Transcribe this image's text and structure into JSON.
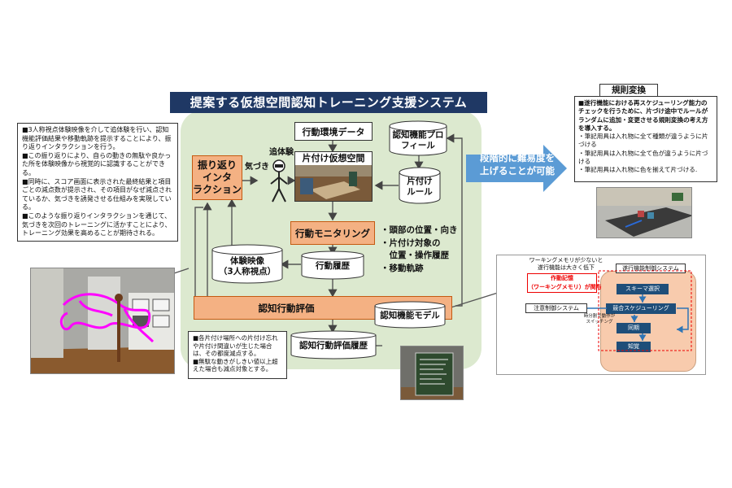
{
  "title": "提案する仮想空間認知トレーニング支援システム",
  "left_note": [
    "■3人称視点体験映像を介して追体験を行い、認知機能評価結果や移動軌跡を提示することにより、振り返りインタラクションを行う。",
    "■この振り返りにより、自らの動きの無駄や良かった所を体験映像から視覚的に認識することができる。",
    "■同時に、スコア画面に表示された最終結果と項目ごとの減点数が提示され、その項目がなぜ減点されているか、気づきを誘発させる仕組みを実現している。",
    "■このような振り返りインタラクションを通じて、気づきを次回のトレーニングに活かすことにより、トレーニング効果を高めることが期待される。"
  ],
  "nodes": {
    "furikaeri": "振り返り\nインタ\nラクション",
    "kodo_kankyo": "行動環境データ",
    "katazuke_kukan": "片付け仮想空間",
    "ninchi_profile": "認知機能プロ\nフィール",
    "katazuke_rule": "片付け\nルール",
    "kodo_monitoring": "行動モニタリング",
    "kodo_rireki": "行動履歴",
    "taiken_eizo": "体験映像\n（3人称視点）",
    "ninchi_hyoka": "認知行動評価",
    "ninchi_model": "認知機能モデル",
    "ninchi_hyoka_rireki": "認知行動評価履歴"
  },
  "labels": {
    "tsuitaiken": "追体験",
    "kizuki": "気づき",
    "monitor_items": [
      "・頭部の位置・向き",
      "・片付け対象の",
      "　位置・操作履歴",
      "・移動軌跡"
    ],
    "arrow_text": "段階的に難易度を\n上げることが可能"
  },
  "bottom_note": [
    "■各片付け場所への片付け忘れや片付け間違いが生じた場合は、その都度減点する。",
    "■無駄な動きがしきい値以上超えた場合も減点対象とする。"
  ],
  "rule_panel": {
    "title": "規則変換",
    "lines": [
      "■遂行機能における再スケジューリング能力のチェックを行うために、片づけ途中でルールがランダムに追加・変更させる規則変換の考え方を導入する。",
      "・筆記用具は入れ物に全て種類が違うように片づける",
      "・筆記用具は入れ物に全て色が違うように片づける",
      "・筆記用具は入れ物に色を揃えて片づける."
    ]
  },
  "exec_diagram": {
    "note_top": "ワーキングメモリが少ないと\n遂行機能は大きく低下",
    "system_title": "遂行機能制御システム",
    "working_memory": "作動記憶\n（ワーキングメモリ）が関与",
    "attention": "注意制御システム",
    "schema": "スキーマ選択",
    "competing": "競合スケジューリング",
    "sync": "同期",
    "perception": "知覚",
    "switch_note": "時分割で動作が\nスイッチング"
  },
  "colors": {
    "title_bg": "#1f3864",
    "panel_bg": "#dce9cf",
    "orange": "#f4b183",
    "blue_arrow": "#5b9bd5",
    "navy": "#1f4e79",
    "red": "#e00000"
  }
}
